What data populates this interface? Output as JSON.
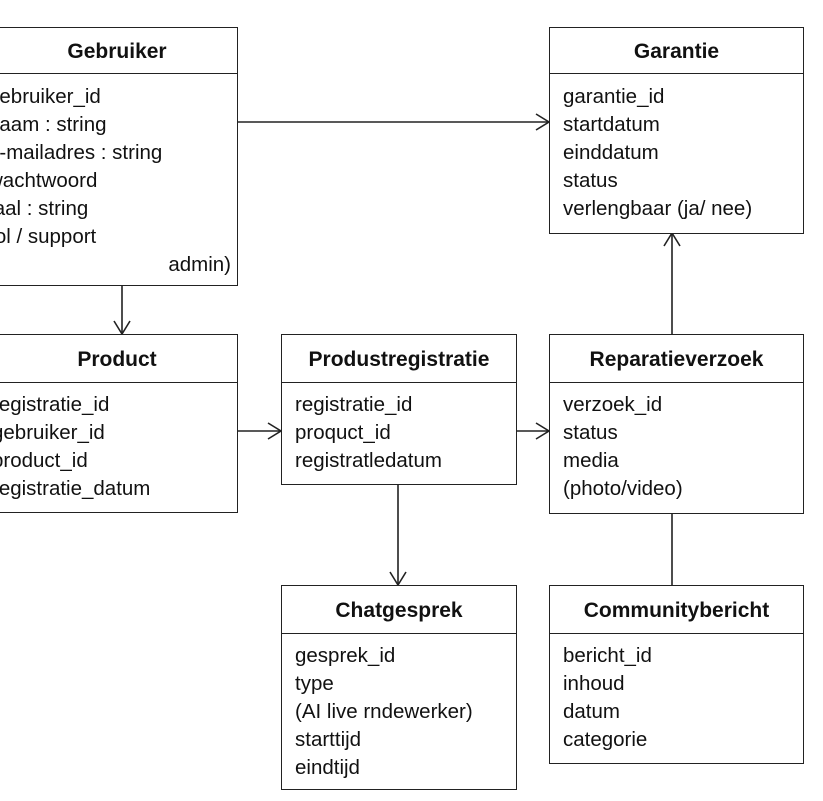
{
  "entities": {
    "gebruiker": {
      "title": "Gebruiker",
      "attrs": [
        "gebruiker_id",
        "naam : string",
        "e-mailadres : string",
        "wachtwoord",
        "taal : string",
        "rol / support",
        "admin)"
      ]
    },
    "garantie": {
      "title": "Garantie",
      "attrs": [
        "garantie_id",
        "startdatum",
        "einddatum",
        "status",
        "verlengbaar (ja/ nee)"
      ]
    },
    "product": {
      "title": "Product",
      "attrs": [
        "registratie_id",
        "gebruiker_id",
        "product_id",
        "registratie_datum"
      ]
    },
    "produstregistratie": {
      "title": "Produstregistratie",
      "attrs": [
        "registratie_id",
        "proquct_id",
        "registratledatum"
      ]
    },
    "reparatieverzoek": {
      "title": "Reparatieverzoek",
      "attrs": [
        "verzoek_id",
        "status",
        "media",
        "(photo/video)"
      ]
    },
    "chatgesprek": {
      "title": "Chatgesprek",
      "attrs": [
        "gesprek_id",
        "type",
        "(AI live rndewerker)",
        "starttijd",
        "eindtijd"
      ]
    },
    "communitybericht": {
      "title": "Communitybericht",
      "attrs": [
        "bericht_id",
        "inhoud",
        "datum",
        "categorie"
      ]
    }
  },
  "relations": [
    {
      "from": "gebruiker",
      "to": "garantie",
      "arrow": true
    },
    {
      "from": "gebruiker",
      "to": "product",
      "arrow": true
    },
    {
      "from": "product",
      "to": "produstregistratie",
      "arrow": true
    },
    {
      "from": "produstregistratie",
      "to": "reparatieverzoek",
      "arrow": true
    },
    {
      "from": "produstregistratie",
      "to": "chatgesprek",
      "arrow": true
    },
    {
      "from": "reparatieverzoek",
      "to": "garantie",
      "arrow": true
    },
    {
      "from": "reparatieverzoek",
      "to": "communitybericht",
      "arrow": false
    }
  ]
}
